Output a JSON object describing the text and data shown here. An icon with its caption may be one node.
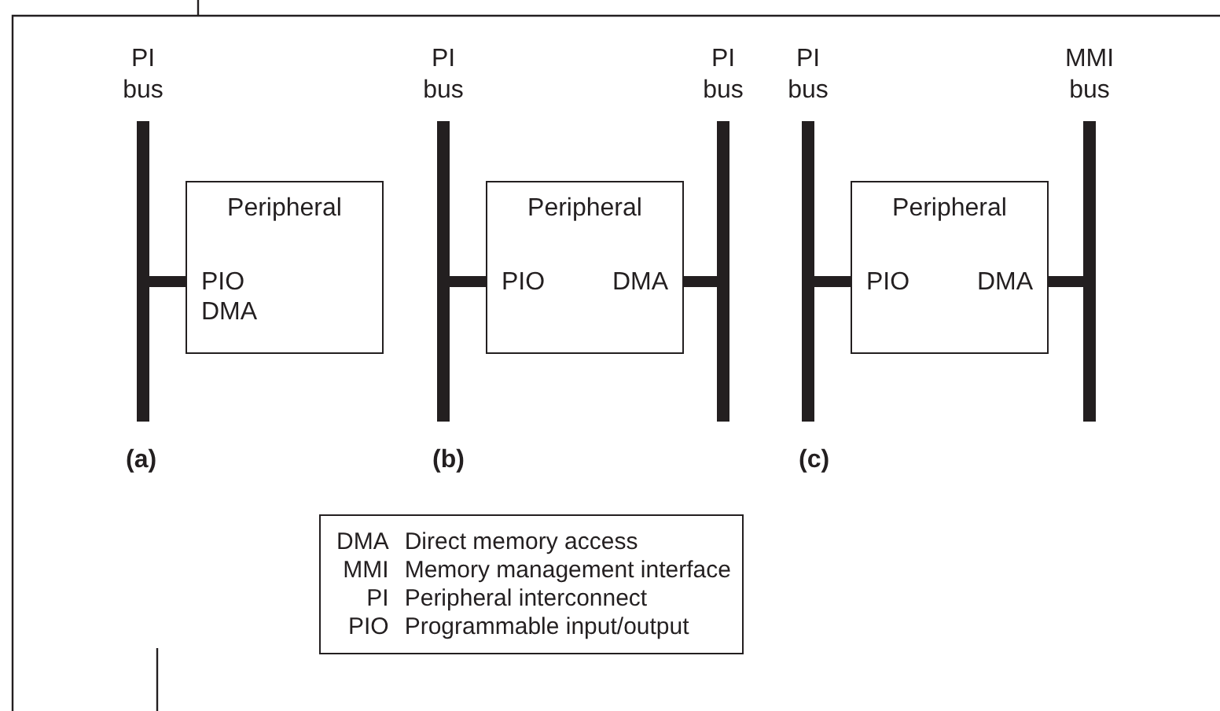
{
  "diagram": {
    "nodes": [
      {
        "text": [
          "PI bus"
        ]
      },
      {
        "text": [
          "Peripheral",
          "PIO",
          "DMA"
        ]
      },
      {
        "text": [
          "PI bus"
        ]
      },
      {
        "text": [
          "Peripheral",
          "PIO",
          "DMA"
        ]
      },
      {
        "text": [
          "PI bus"
        ]
      },
      {
        "text": [
          "PI bus"
        ]
      },
      {
        "text": [
          "Peripheral",
          "PIO",
          "DMA"
        ]
      },
      {
        "text": [
          "MMI bus"
        ]
      },
      {
        "text": [
          "DMA",
          "Direct memory access",
          "MMI",
          "Memory management interface",
          "PI",
          "Peripheral interconnect",
          "PIO",
          "Programmable input/output"
        ]
      }
    ],
    "edges": [
      {
        "from": 0,
        "to": 1,
        "arrow": "none"
      },
      {
        "from": 2,
        "to": 3,
        "arrow": "none"
      },
      {
        "from": 3,
        "to": 4,
        "arrow": "none"
      },
      {
        "from": 5,
        "to": 6,
        "arrow": "none"
      },
      {
        "from": 6,
        "to": 7,
        "arrow": "none"
      }
    ],
    "labels": [
      "(a)",
      "(b)",
      "(c)"
    ]
  }
}
